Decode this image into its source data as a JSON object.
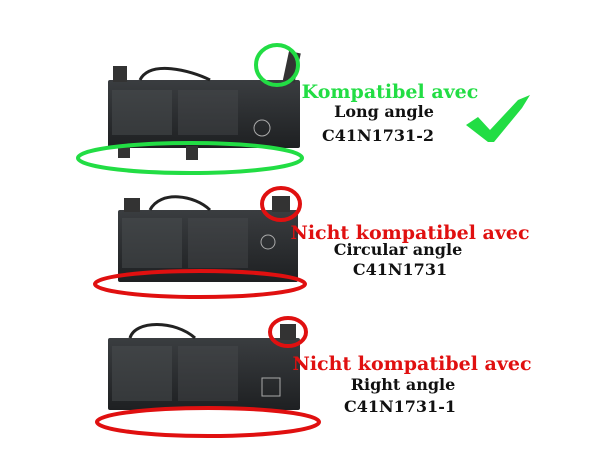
{
  "colors": {
    "compatible": "#22dd44",
    "incompatible": "#e01010",
    "battery": "#2a2d30"
  },
  "items": [
    {
      "status": "Kompatibel avec",
      "angle": "Long angle",
      "model": "C41N1731-2",
      "compatible": true,
      "icon": "check-icon"
    },
    {
      "status": "Nicht kompatibel avec",
      "angle": "Circular angle",
      "model": "C41N1731",
      "compatible": false
    },
    {
      "status": "Nicht kompatibel avec",
      "angle": "Right angle",
      "model": "C41N1731-1",
      "compatible": false
    }
  ]
}
